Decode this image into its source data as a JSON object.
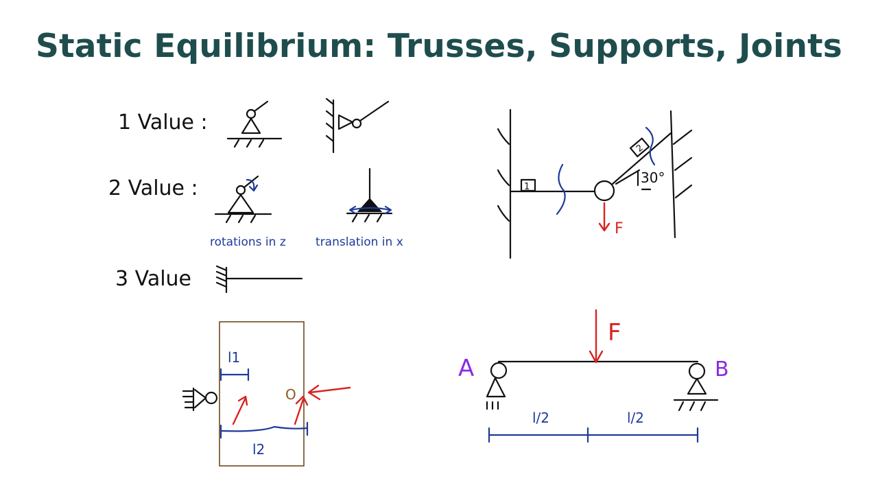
{
  "title": "Static Equilibrium: Trusses, Supports, Joints",
  "supports": {
    "row1_label": "1 Value :",
    "row2_label": "2 Value :",
    "row3_label": "3 Value",
    "rotation_note": "rotations in z",
    "translation_note": "translation in x"
  },
  "hanging_mass": {
    "member1": "1",
    "member2": "2",
    "angle": "30°",
    "force": "F"
  },
  "lever": {
    "length1": "l1",
    "length2": "l2",
    "pivot": "O"
  },
  "beam": {
    "left_support": "A",
    "right_support": "B",
    "force": "F",
    "span_left": "l/2",
    "span_right": "l/2"
  },
  "colors": {
    "title": "#1f4d4d",
    "ink": "#111111",
    "blue_ink": "#1e3a9a",
    "red_ink": "#d8231f",
    "purple_ink": "#8a2be2",
    "frame": "#6b4a1e"
  }
}
